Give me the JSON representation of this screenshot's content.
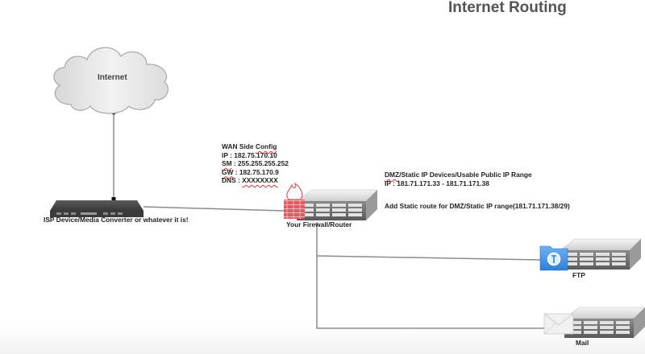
{
  "title": "Internet Routing",
  "colors": {
    "line": "#888888",
    "firewall_brick": "#e05a64",
    "ftp_folder": "#3d8fe0",
    "title_text": "#555555",
    "cloud_fill": "#e9e9e9",
    "device_dark": "#4a4a4a"
  },
  "nodes": {
    "cloud": {
      "label": "Internet",
      "icon": "cloud-icon"
    },
    "isp": {
      "label": "ISP Device/Media Converter or whatever it is!",
      "icon": "modem-icon"
    },
    "firewall": {
      "label": "Your Firewall/Router",
      "icon": "firewall-server-icon"
    },
    "ftp": {
      "label": "FTP",
      "icon": "ftp-server-icon"
    },
    "mail": {
      "label": "Mail",
      "icon": "mail-server-icon"
    }
  },
  "wan_config": {
    "heading": "WAN Side",
    "heading_word2": "Config",
    "ip_label": "IP",
    "ip": " : 182.75.170.10",
    "sm_label": "SM",
    "sm": " : 255.255.255.252",
    "gw_label": "GW",
    "gw": " : 182.75.170.9",
    "dns_label": "DNS : ",
    "dns": "XXXXXXXX"
  },
  "dmz_info": {
    "line1_prefix": "DMZ",
    "line1_rest": "/Static IP Devices/Usable Public IP Range",
    "line2": "IP : 181.71.171.33 - 181.71.171.38"
  },
  "route_note": "Add Static route for  DMZ/Static IP range(181.71.171.38/29)"
}
